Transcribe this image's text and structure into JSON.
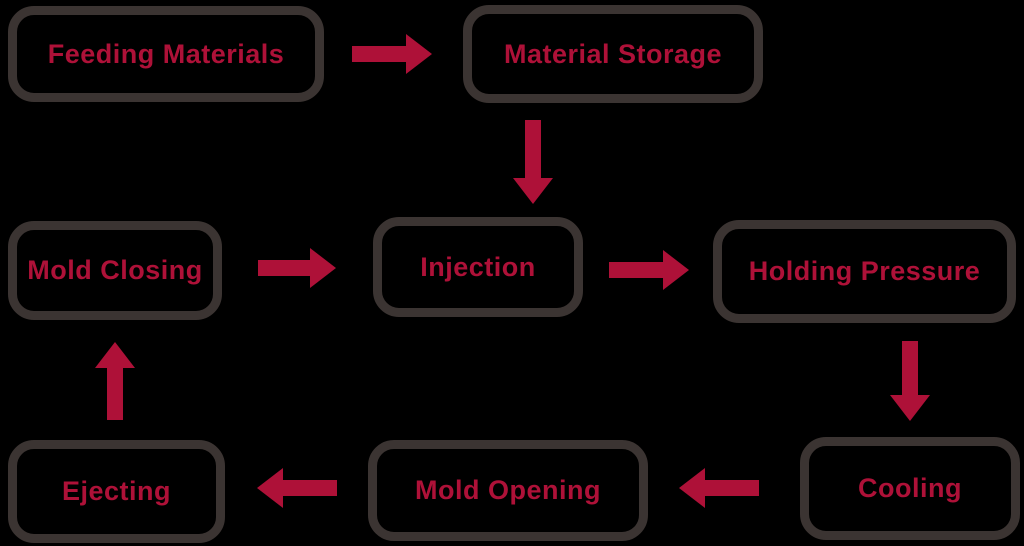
{
  "colors": {
    "background": "#000000",
    "accent": "#ae1138",
    "box_border": "#3b3432"
  },
  "nodes": {
    "feeding": {
      "label": "Feeding Materials"
    },
    "storage": {
      "label": "Material Storage"
    },
    "closing": {
      "label": "Mold Closing"
    },
    "injection": {
      "label": "Injection"
    },
    "holding": {
      "label": "Holding Pressure"
    },
    "ejecting": {
      "label": "Ejecting"
    },
    "opening": {
      "label": "Mold Opening"
    },
    "cooling": {
      "label": "Cooling"
    }
  },
  "arrows": [
    {
      "from": "feeding",
      "to": "storage",
      "direction": "right"
    },
    {
      "from": "storage",
      "to": "injection",
      "direction": "down"
    },
    {
      "from": "closing",
      "to": "injection",
      "direction": "right"
    },
    {
      "from": "injection",
      "to": "holding",
      "direction": "right"
    },
    {
      "from": "holding",
      "to": "cooling",
      "direction": "down"
    },
    {
      "from": "cooling",
      "to": "opening",
      "direction": "left"
    },
    {
      "from": "opening",
      "to": "ejecting",
      "direction": "left"
    },
    {
      "from": "ejecting",
      "to": "closing",
      "direction": "up"
    }
  ]
}
